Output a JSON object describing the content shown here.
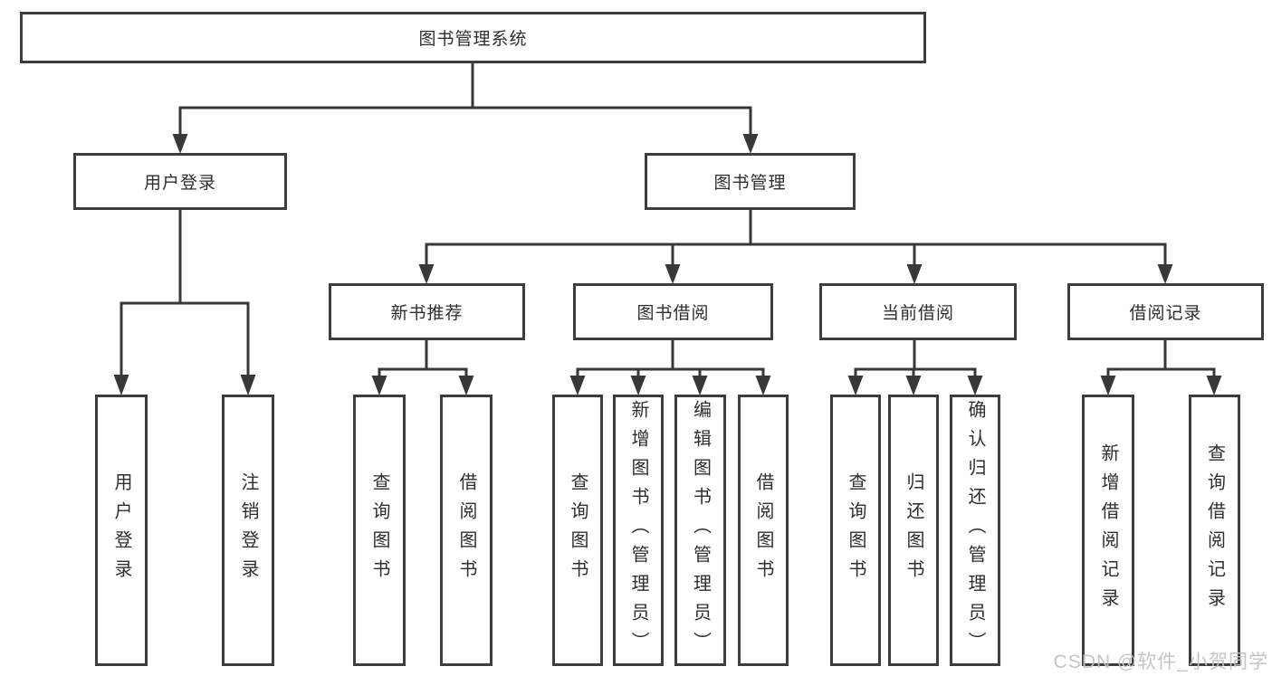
{
  "tree": {
    "root": "图书管理系统",
    "branches": {
      "user_login": {
        "label": "用户登录",
        "children": [
          "用户登录",
          "注销登录"
        ]
      },
      "book_mgmt": {
        "label": "图书管理",
        "children": [
          {
            "label": "新书推荐",
            "children": [
              "查询图书",
              "借阅图书"
            ]
          },
          {
            "label": "图书借阅",
            "children": [
              "查询图书",
              "新增图书（管理员）",
              "编辑图书（管理员）",
              "借阅图书"
            ]
          },
          {
            "label": "当前借阅",
            "children": [
              "查询图书",
              "归还图书",
              "确认归还（管理员）"
            ]
          },
          {
            "label": "借阅记录",
            "children": [
              "新增借阅记录",
              "查询借阅记录"
            ]
          }
        ]
      }
    }
  },
  "watermark": "CSDN @软件_小贺同学",
  "colors": {
    "line": "#383838",
    "box_border": "#3d3d3d",
    "text": "#2e2e2e",
    "watermark": "#c2c2c2",
    "background": "#ffffff"
  }
}
